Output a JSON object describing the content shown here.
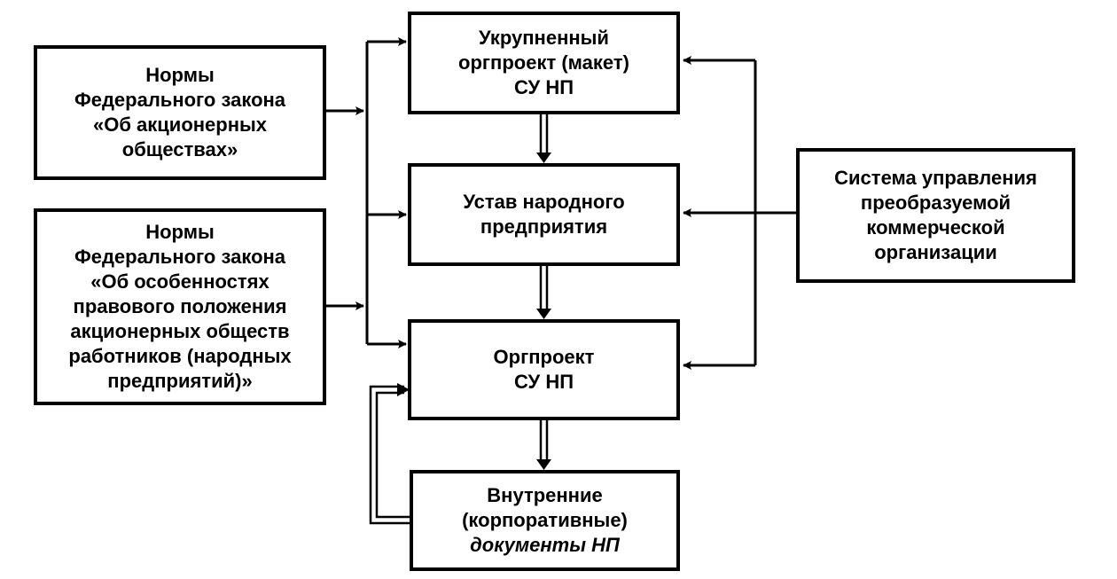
{
  "boxes": {
    "norms_ao": {
      "lines": [
        "Нормы",
        "Федерального закона",
        "«Об акционерных",
        "обществах»"
      ]
    },
    "norms_np": {
      "lines": [
        "Нормы",
        "Федерального закона",
        "«Об особенностях",
        "правового положения",
        "акционерных обществ",
        "работников (народных",
        "предприятий)»"
      ]
    },
    "macro_orgproject": {
      "lines": [
        "Укрупненный",
        "оргпроект (макет)",
        "СУ НП"
      ]
    },
    "charter": {
      "lines": [
        "Устав народного",
        "предприятия"
      ]
    },
    "orgproject": {
      "lines": [
        "Оргпроект",
        "СУ НП"
      ]
    },
    "internal_docs": {
      "lines": [
        "Внутренние",
        "(корпоративные)",
        "документы НП"
      ]
    },
    "control_system": {
      "lines": [
        "Система управления",
        "преобразуемой",
        "коммерческой",
        "организации"
      ]
    }
  }
}
